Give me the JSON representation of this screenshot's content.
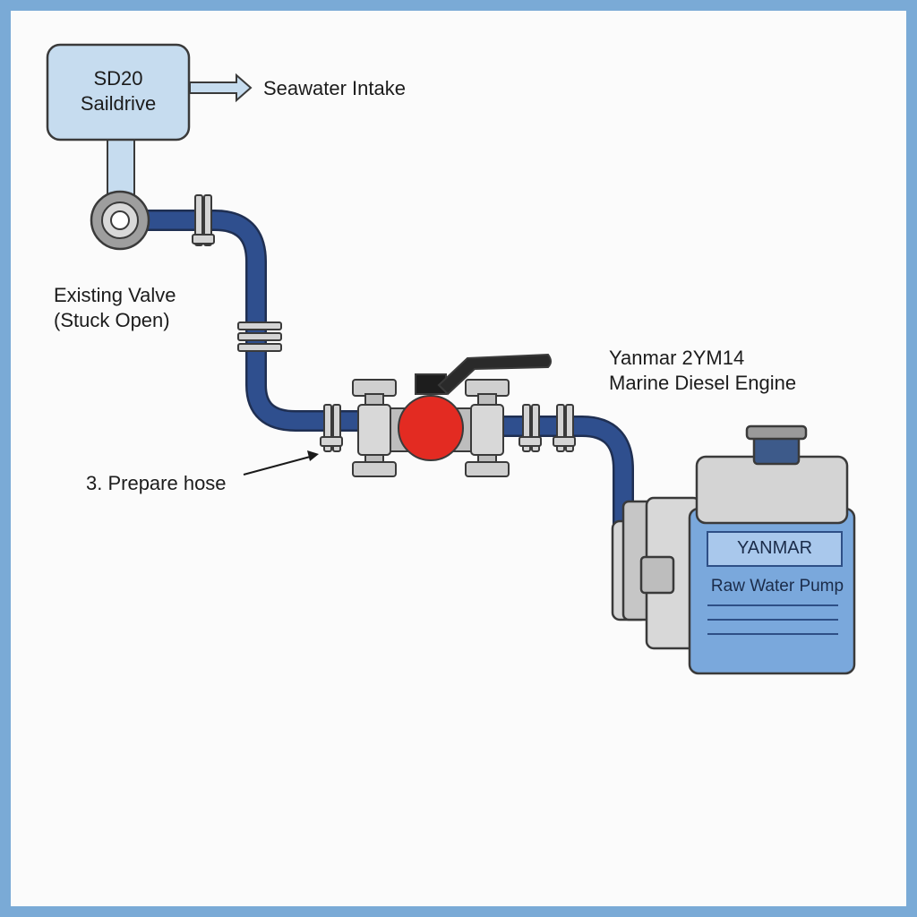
{
  "saildrive": {
    "line1": "SD20",
    "line2": "Saildrive"
  },
  "intake": {
    "label": "Seawater Intake"
  },
  "existing_valve": {
    "line1": "Existing Valve",
    "line2": "(Stuck Open)"
  },
  "engine": {
    "line1": "Yanmar 2YM14",
    "line2": "Marine Diesel Engine",
    "brand": "YANMAR",
    "pump": "Raw Water Pump"
  },
  "step": {
    "label": "3. Prepare hose"
  },
  "colors": {
    "hose": "#2f4f8e",
    "valve_body": "#e32b22",
    "engine_blue": "#7aa8dc",
    "saildrive_fill": "#c6dcef",
    "frame": "#7aaad6"
  }
}
